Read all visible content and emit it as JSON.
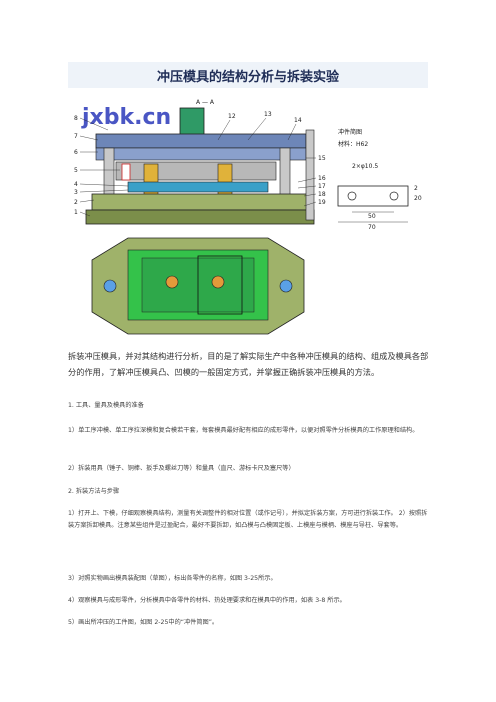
{
  "title": "冲压模具的结构分析与拆装实验",
  "figure": {
    "watermark": "jxbk.cn",
    "section_label": "A — A",
    "callouts_left": [
      "8",
      "7",
      "6",
      "5",
      "4",
      "3",
      "2",
      "1"
    ],
    "callouts_top": [
      "12",
      "13",
      "14"
    ],
    "callouts_right": [
      "15",
      "16",
      "17",
      "18",
      "19"
    ],
    "part_caption_line1": "冲件简图",
    "part_caption_line2": "材料：H62",
    "part_dim_holes": "2×φ10.5",
    "part_dim_50": "50",
    "part_dim_70": "70",
    "part_dim_thk": "2",
    "part_dim_h": "20"
  },
  "intro": "拆装冲压模具，并对其结构进行分析，目的是了解实际生产中各种冲压模具的结构、组成及模具各部分的作用，了解冲压模具凸、凹模的一般固定方式，并掌握正确拆装冲压模具的方法。",
  "sections": [
    "1. 工具、量具及模具的准备",
    "1）单工序冲模、单工序拉深模和复合模若干套，每套模具最好配有相应的成形零件，以便对照零件分析模具的工作原理和结构。",
    "2）拆装用具（锤子、铜棒、扳手及螺丝刀等）和量具（直尺、游标卡尺及塞尺等）",
    "2. 拆装方法与步骤",
    "1）打开上、下模，仔细观察模具结构，测量有关调整件的相对位置（或作记号），并拟定拆装方案，方可进行拆装工作。 2）按照拆装方案拆卸模具。注意某些组件是过盈配合，最好不要拆卸，如凸模与凸模固定板、上模座与模柄、模座与导柱、导套等。",
    "3）对照实物画出模具装配图（草图），标出各零件的名称，如图 3-25所示。",
    "4）观察模具与成形零件，分析模具中各零件的材料、热处理要求和在模具中的作用，如表 3-8 所示。",
    "5）画出所冲压的工件图，如图 2-25中的“冲件简图”。"
  ]
}
